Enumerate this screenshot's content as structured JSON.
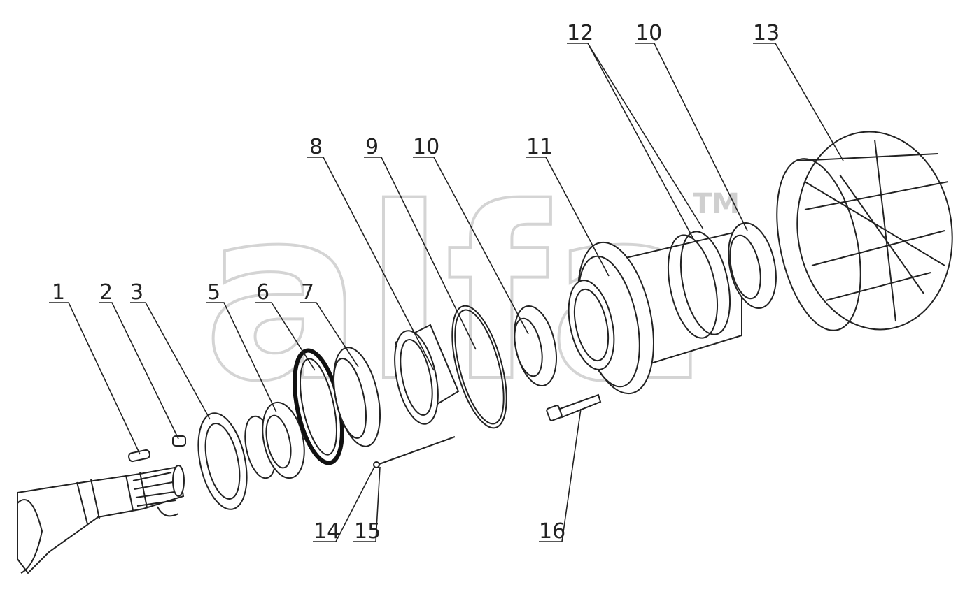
{
  "watermark": {
    "text": "alfa",
    "trademark": "TM"
  },
  "callouts": [
    {
      "id": "c1",
      "text": "1"
    },
    {
      "id": "c2",
      "text": "2"
    },
    {
      "id": "c3",
      "text": "3"
    },
    {
      "id": "c5",
      "text": "5"
    },
    {
      "id": "c6",
      "text": "6"
    },
    {
      "id": "c7",
      "text": "7"
    },
    {
      "id": "c8",
      "text": "8"
    },
    {
      "id": "c9",
      "text": "9"
    },
    {
      "id": "c10a",
      "text": "10"
    },
    {
      "id": "c11",
      "text": "11"
    },
    {
      "id": "c12",
      "text": "12"
    },
    {
      "id": "c10b",
      "text": "10"
    },
    {
      "id": "c13",
      "text": "13"
    },
    {
      "id": "c14",
      "text": "14"
    },
    {
      "id": "c15",
      "text": "15"
    },
    {
      "id": "c16",
      "text": "16"
    }
  ]
}
